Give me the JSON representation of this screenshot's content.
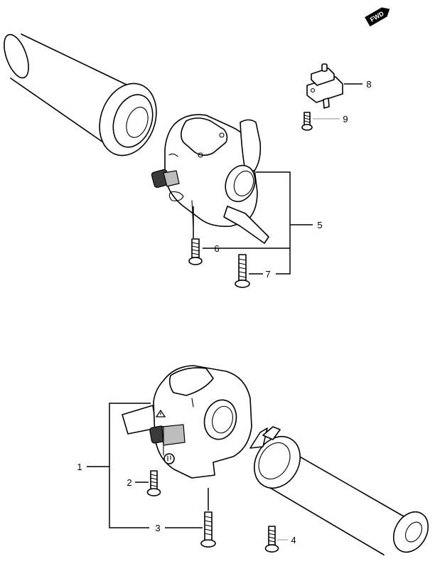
{
  "fwd_badge": {
    "text": "FWD"
  },
  "callouts": [
    {
      "id": "1",
      "label": "1"
    },
    {
      "id": "2",
      "label": "2"
    },
    {
      "id": "3",
      "label": "3"
    },
    {
      "id": "4",
      "label": "4"
    },
    {
      "id": "5",
      "label": "5"
    },
    {
      "id": "6",
      "label": "6"
    },
    {
      "id": "7",
      "label": "7"
    },
    {
      "id": "8",
      "label": "8"
    },
    {
      "id": "9",
      "label": "9"
    }
  ]
}
